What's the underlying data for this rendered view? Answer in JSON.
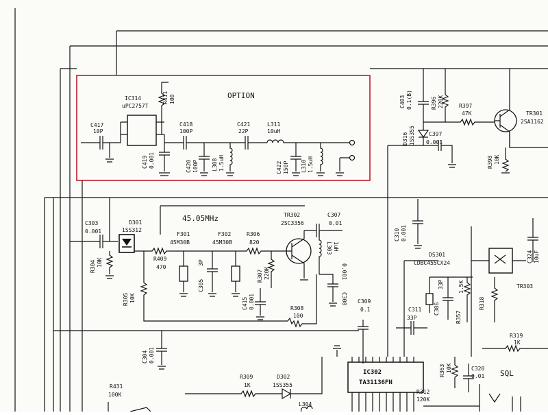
{
  "option_box": {
    "title": "OPTION",
    "border_color": "#c0192b",
    "components": {
      "ic314": {
        "ref": "IC314",
        "part": "uPC2757T"
      },
      "r411": {
        "ref": "R411",
        "value": "100"
      },
      "c417": {
        "ref": "C417",
        "value": "10P"
      },
      "c418": {
        "ref": "C418",
        "value": "100P"
      },
      "c419": {
        "ref": "C419",
        "value": "0.001"
      },
      "c420": {
        "ref": "C420",
        "value": "100P"
      },
      "l308": {
        "ref": "L308",
        "value": "1.5uH"
      },
      "c421": {
        "ref": "C421",
        "value": "22P"
      },
      "l311": {
        "ref": "L311",
        "value": "10uH"
      },
      "c422": {
        "ref": "C422",
        "value": "150P"
      },
      "l310": {
        "ref": "L310",
        "value": "1.5uH"
      }
    }
  },
  "components": {
    "c403": {
      "ref": "C403",
      "value": "0.1(B)"
    },
    "r396": {
      "ref": "R396",
      "value": "220K"
    },
    "r397": {
      "ref": "R397",
      "value": "47K"
    },
    "tr301": {
      "ref": "TR301",
      "part": "2SA1162"
    },
    "d316": {
      "ref": "D316",
      "part": "1SS355"
    },
    "c397": {
      "ref": "C397",
      "value": "0.001"
    },
    "r398": {
      "ref": "R398",
      "value": "10K"
    },
    "c303": {
      "ref": "C303",
      "value": "0.001"
    },
    "d301": {
      "ref": "D301",
      "part": "1SS312"
    },
    "r304": {
      "ref": "R304",
      "value": "10K"
    },
    "freq": "45.05MHz",
    "f301": {
      "ref": "F301",
      "part": "45M30B"
    },
    "f302": {
      "ref": "F302",
      "part": "45M30B"
    },
    "r409": {
      "ref": "R409",
      "value": "470"
    },
    "c305": {
      "ref": "C305",
      "value": "3P"
    },
    "r306": {
      "ref": "R306",
      "value": "820"
    },
    "r307": {
      "ref": "R307",
      "value": "220K"
    },
    "c415": {
      "ref": "C415",
      "value": "0.001"
    },
    "tr302": {
      "ref": "TR302",
      "part": "2SC3356"
    },
    "c307": {
      "ref": "C307",
      "value": "0.01"
    },
    "l303": {
      "ref": "L303",
      "value": "1uH"
    },
    "c308": {
      "ref": "C308",
      "value": "0.001"
    },
    "r305": {
      "ref": "R305",
      "value": "10K"
    },
    "r308": {
      "ref": "R308",
      "value": "100"
    },
    "c304": {
      "ref": "C304",
      "value": "0.001"
    },
    "c309": {
      "ref": "C309",
      "value": "0.1"
    },
    "c310": {
      "ref": "C310",
      "value": "0.001"
    },
    "ds301": {
      "ref": "DS301",
      "part": "CDBC455CX24"
    },
    "c324": {
      "ref": "C324",
      "value": "10uF"
    },
    "tr303": {
      "ref": "TR303"
    },
    "c311": {
      "ref": "C311",
      "value": "33P"
    },
    "c386": {
      "ref": "C386",
      "value": "33P"
    },
    "r357": {
      "ref": "R357",
      "value": "1.5K"
    },
    "r318": {
      "ref": "R318"
    },
    "r319": {
      "ref": "R319",
      "value": "1K"
    },
    "ic302": {
      "ref": "IC302",
      "part": "TA31136FN"
    },
    "r309": {
      "ref": "R309",
      "value": "1K"
    },
    "d302": {
      "ref": "D302",
      "part": "1SS355"
    },
    "l304": {
      "ref": "L304"
    },
    "r431": {
      "ref": "R431",
      "value": "100K"
    },
    "r363": {
      "ref": "R363",
      "value": "10K"
    },
    "c320": {
      "ref": "C320",
      "value": "0.01"
    },
    "r312": {
      "ref": "R312",
      "value": "120K"
    },
    "sql": "SQL"
  }
}
